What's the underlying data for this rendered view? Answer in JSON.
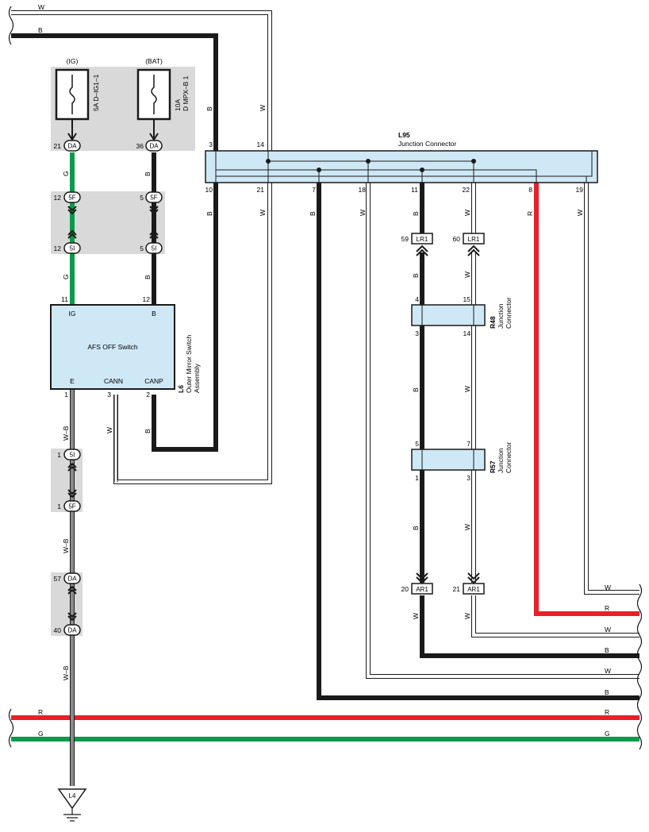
{
  "colors": {
    "wire_black": "#1a1a1a",
    "wire_green": "#0a9a4a",
    "wire_red": "#e8202a",
    "wire_white": "#ffffff",
    "connector_fill": "#cfe8f5",
    "shade": "#d9d9d9"
  },
  "wire_codes": {
    "w": "W",
    "b": "B",
    "g": "G",
    "r": "R",
    "wb": "W–B"
  },
  "fuses": {
    "ig": {
      "source": "(IG)",
      "rating": "5A D–IG1–1"
    },
    "bat": {
      "source": "(BAT)",
      "rating_amp": "10A",
      "rating_name": "D MPX–B 1"
    }
  },
  "connectors": {
    "da": "DA",
    "c5f": "5F",
    "c5i": "5I",
    "lr1": "LR1",
    "ar1": "AR1",
    "l4": "L4"
  },
  "pins": {
    "p21": "21",
    "p36": "36",
    "p12": "12",
    "p5": "5",
    "p11": "11",
    "p1": "1",
    "p3": "3",
    "p2": "2",
    "p57": "57",
    "p40": "40",
    "p14": "14",
    "p10": "10",
    "p7": "7",
    "p18": "18",
    "p22": "22",
    "p8": "8",
    "p19": "19",
    "p59": "59",
    "p60": "60",
    "p4": "4",
    "p15": "15",
    "p20": "20"
  },
  "afs_switch": {
    "name": "AFS OFF Switch",
    "pin_ig": "IG",
    "pin_b": "B",
    "pin_e": "E",
    "pin_cann": "CANN",
    "pin_canp": "CANP",
    "ref": "L6",
    "desc_line1": "Outer Mirror Switch",
    "desc_line2": "Assembly"
  },
  "l95": {
    "ref": "L95",
    "desc": "Junction Connector"
  },
  "r48": {
    "ref": "R48",
    "desc_line1": "Junction",
    "desc_line2": "Connector"
  },
  "r57": {
    "ref": "R57",
    "desc_line1": "Junction",
    "desc_line2": "Connector"
  }
}
